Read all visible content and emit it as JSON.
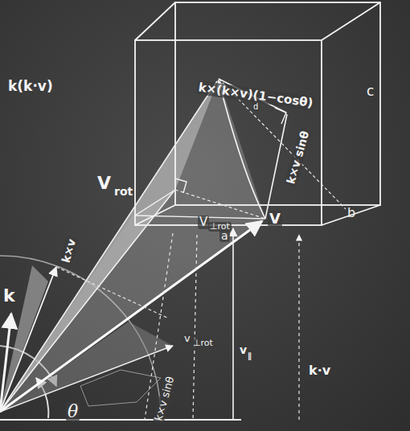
{
  "diagram": {
    "labels": [
      "k(k·v)",
      "k×(k×v)(1−cosθ)",
      "d",
      "c",
      "k×v sinθ",
      "V",
      "rot",
      "b",
      "V",
      "⊥rot",
      "a",
      "V",
      "k×v",
      "k",
      "v",
      "⊥rot",
      "v",
      "∥",
      "k·v",
      "θ",
      "k×v sinθ"
    ]
  }
}
